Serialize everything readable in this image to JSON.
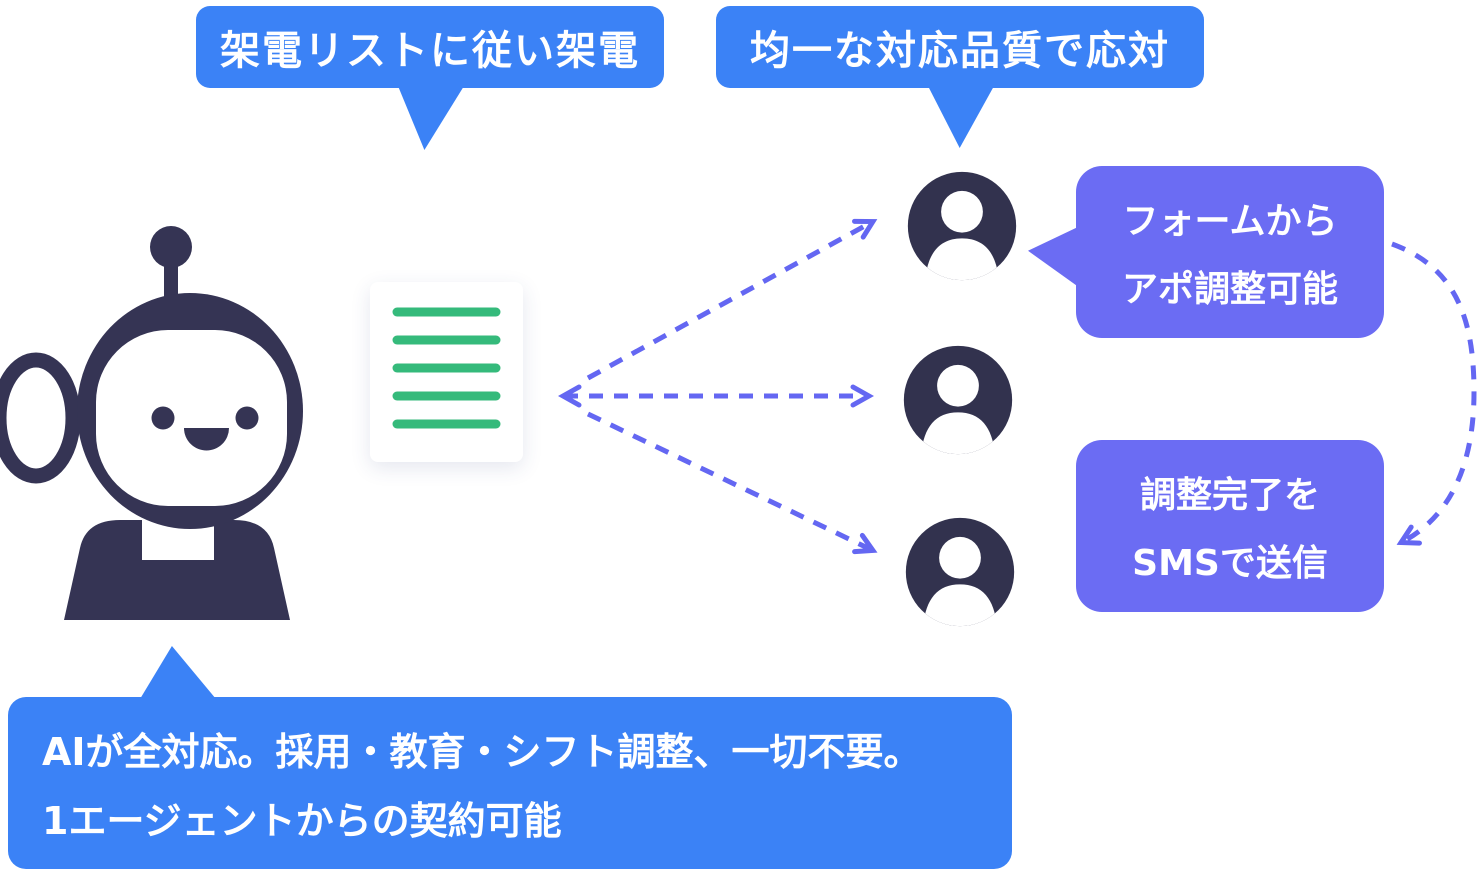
{
  "diagram": {
    "bubbles": {
      "call_list": {
        "text": "架電リストに従い架電"
      },
      "uniform_quality": {
        "text": "均一な対応品質で応対"
      },
      "form_appointment": {
        "line1": "フォームから",
        "line2": "アポ調整可能"
      },
      "sms_complete": {
        "line1": "調整完了を",
        "line2": "SMSで送信"
      },
      "ai_full_support": {
        "line1": "AIが全対応。採用・教育・シフト調整、一切不要。",
        "line2": "1エージェントからの契約可能"
      }
    },
    "icons": {
      "robot-icon": "AI agent robot mascot",
      "call-list-icon": "document with green list lines",
      "person-icon": "user silhouette in dark circle (three recipients)"
    },
    "colors": {
      "blue_bubble": "#3b82f6",
      "purple_bubble": "#6b6cf3",
      "dark_navy": "#353454",
      "green_lines": "#35ba7b",
      "arrow": "#6467f2",
      "background": "#ffffff"
    }
  }
}
